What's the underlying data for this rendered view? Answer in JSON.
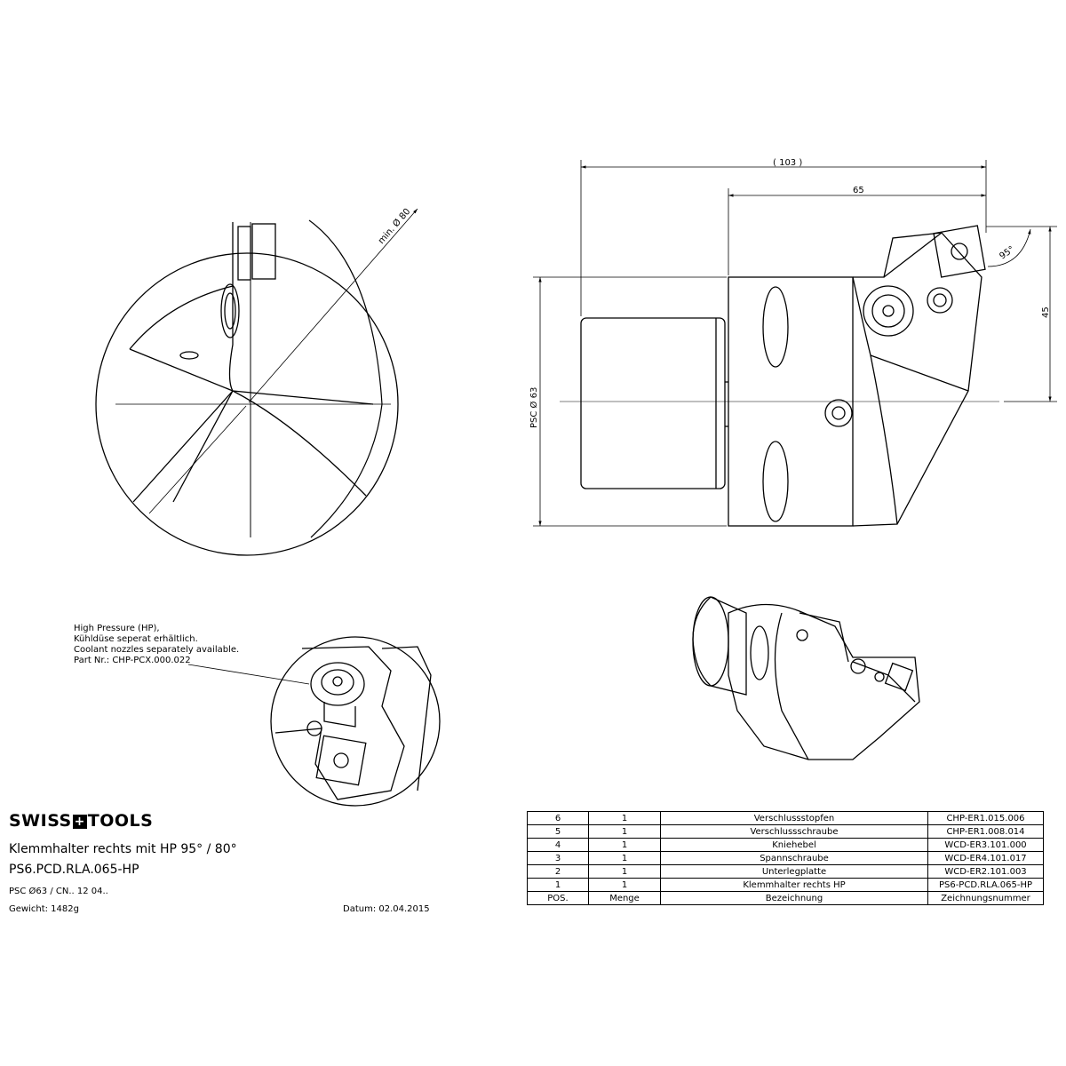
{
  "dimensions": {
    "overall_length": "( 103 )",
    "head_length": "65",
    "height_45": "45",
    "angle_95": "95°",
    "shank": "PSC Ø 63",
    "min_diameter": "min. Ø 80"
  },
  "note": {
    "line1": "High Pressure (HP),",
    "line2": "Kühldüse seperat erhältlich.",
    "line3": "Coolant nozzles separately available.",
    "line4": "Part Nr.: CHP-PCX.000.022"
  },
  "brand": {
    "left": "SWISS",
    "right": "TOOLS"
  },
  "title": {
    "line1": "Klemmhalter rechts mit HP 95° / 80°",
    "line2": "PS6.PCD.RLA.065-HP"
  },
  "meta": {
    "spec": "PSC Ø63 / CN.. 12 04..",
    "weight": "Gewicht: 1482g",
    "date": "Datum: 02.04.2015"
  },
  "parts_table": {
    "rows": [
      {
        "pos": "6",
        "menge": "1",
        "bezeichnung": "Verschlussstopfen",
        "nummer": "CHP-ER1.015.006"
      },
      {
        "pos": "5",
        "menge": "1",
        "bezeichnung": "Verschlussschraube",
        "nummer": "CHP-ER1.008.014"
      },
      {
        "pos": "4",
        "menge": "1",
        "bezeichnung": "Kniehebel",
        "nummer": "WCD-ER3.101.000"
      },
      {
        "pos": "3",
        "menge": "1",
        "bezeichnung": "Spannschraube",
        "nummer": "WCD-ER4.101.017"
      },
      {
        "pos": "2",
        "menge": "1",
        "bezeichnung": "Unterlegplatte",
        "nummer": "WCD-ER2.101.003"
      },
      {
        "pos": "1",
        "menge": "1",
        "bezeichnung": "Klemmhalter rechts  HP",
        "nummer": "PS6-PCD.RLA.065-HP"
      }
    ],
    "header": {
      "pos": "POS.",
      "menge": "Menge",
      "bezeichnung": "Bezeichnung",
      "nummer": "Zeichnungsnummer"
    }
  }
}
